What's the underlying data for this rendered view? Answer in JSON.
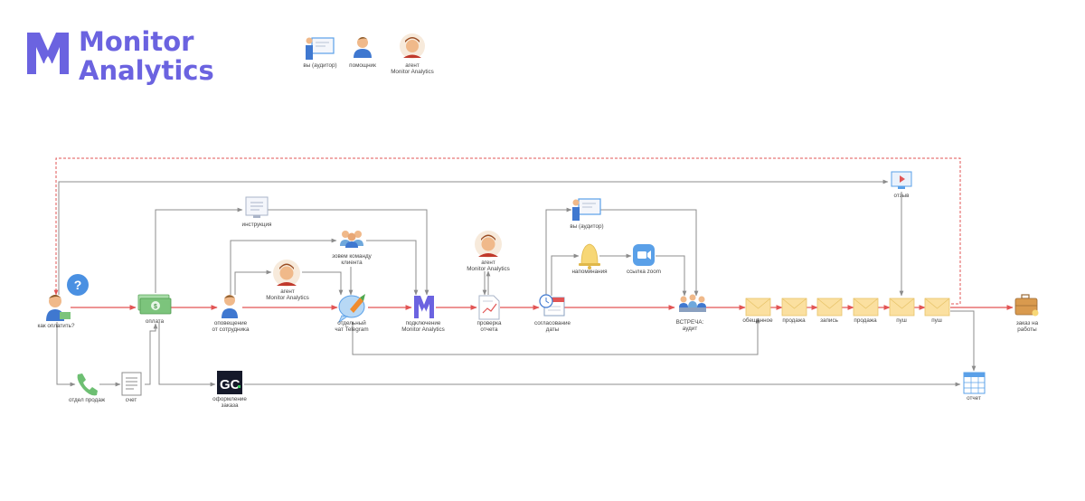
{
  "brand": {
    "line1": "Monitor",
    "line2": "Analytics",
    "color": "#6b63e0"
  },
  "legend": [
    {
      "icon": "auditor-presenter-icon",
      "lines": [
        "вы (аудитор)"
      ]
    },
    {
      "icon": "assistant-person-icon",
      "lines": [
        "помощник"
      ]
    },
    {
      "icon": "agent-avatar-icon",
      "lines": [
        "агент",
        "Monitor Analytics"
      ]
    }
  ],
  "colors": {
    "main_flow": "#e25555",
    "secondary_flow": "#8c8c8c",
    "feedback_loop": "#e25555",
    "envelope": "#fbe0a0",
    "money": "#7cc47c",
    "phone": "#6dbf72",
    "bell": "#f7d776",
    "video": "#5aa0e8"
  },
  "nodes": [
    {
      "id": "how-to-pay",
      "icon": "question-person-icon",
      "lines": [
        "как оплатить?"
      ]
    },
    {
      "id": "payment",
      "icon": "money-icon",
      "lines": [
        "оплата"
      ]
    },
    {
      "id": "staff-notice",
      "icon": "employee-icon",
      "lines": [
        "оповещение",
        "от сотрудника"
      ]
    },
    {
      "id": "instruction",
      "icon": "monitor-document-icon",
      "lines": [
        "инструкция"
      ]
    },
    {
      "id": "agent-1",
      "icon": "agent-avatar-icon",
      "lines": [
        "агент",
        "Monitor Analytics"
      ]
    },
    {
      "id": "invite-team",
      "icon": "team-icon",
      "lines": [
        "зовем команду",
        "клиента"
      ]
    },
    {
      "id": "telegram-chat",
      "icon": "telegram-chat-icon",
      "lines": [
        "отдельный",
        "чат Telegram"
      ]
    },
    {
      "id": "connect-monitor",
      "icon": "monitor-analytics-logo-icon",
      "lines": [
        "подключение",
        "Monitor Analytics"
      ]
    },
    {
      "id": "agent-2",
      "icon": "agent-avatar-icon",
      "lines": [
        "агент",
        "Monitor Analytics"
      ]
    },
    {
      "id": "report-check",
      "icon": "report-check-icon",
      "lines": [
        "проверка",
        "отчета"
      ]
    },
    {
      "id": "date-agree",
      "icon": "calendar-clock-icon",
      "lines": [
        "согласование",
        "даты"
      ]
    },
    {
      "id": "auditor",
      "icon": "auditor-presenter-icon",
      "lines": [
        "вы (аудитор)"
      ]
    },
    {
      "id": "reminders",
      "icon": "bell-icon",
      "lines": [
        "напоминания"
      ]
    },
    {
      "id": "zoom-link",
      "icon": "video-camera-icon",
      "lines": [
        "ссылка zoom"
      ]
    },
    {
      "id": "meeting",
      "icon": "meeting-icon",
      "lines": [
        "ВСТРЕЧА:",
        "аудит"
      ]
    },
    {
      "id": "mail-promised",
      "icon": "envelope-icon",
      "lines": [
        "обещанное"
      ]
    },
    {
      "id": "mail-sale-1",
      "icon": "envelope-icon",
      "lines": [
        "продажа"
      ]
    },
    {
      "id": "mail-record",
      "icon": "envelope-icon",
      "lines": [
        "запись"
      ]
    },
    {
      "id": "mail-sale-2",
      "icon": "envelope-icon",
      "lines": [
        "продажа"
      ]
    },
    {
      "id": "mail-push-1",
      "icon": "envelope-icon",
      "lines": [
        "пуш"
      ]
    },
    {
      "id": "mail-push-2",
      "icon": "envelope-icon",
      "lines": [
        "пуш"
      ]
    },
    {
      "id": "order-work",
      "icon": "briefcase-icon",
      "lines": [
        "заказ на",
        "работы"
      ]
    },
    {
      "id": "feedback",
      "icon": "feedback-screen-icon",
      "lines": [
        "отзыв"
      ]
    },
    {
      "id": "sales-dept",
      "icon": "phone-icon",
      "lines": [
        "отдел продаж"
      ]
    },
    {
      "id": "invoice",
      "icon": "invoice-document-icon",
      "lines": [
        "счет"
      ]
    },
    {
      "id": "order-registration",
      "icon": "getcourse-logo-icon",
      "lines": [
        "оформление",
        "заказа"
      ]
    },
    {
      "id": "report",
      "icon": "report-table-icon",
      "lines": [
        "отчет"
      ]
    }
  ]
}
